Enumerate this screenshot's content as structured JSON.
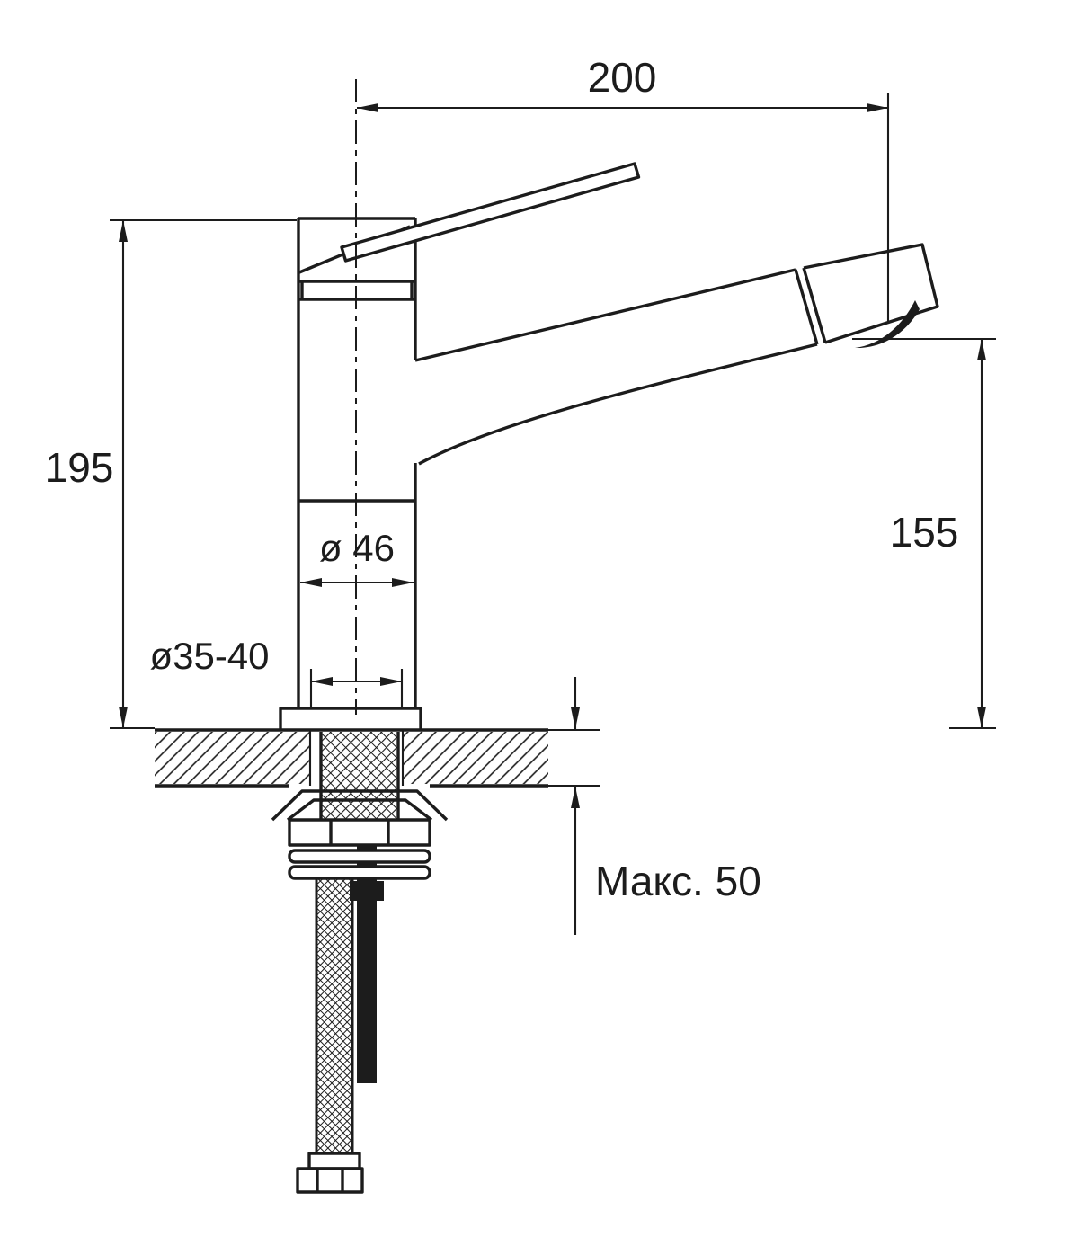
{
  "drawing": {
    "background": "#ffffff",
    "line_color": "#1c1c1c"
  },
  "dimensions": {
    "spout_reach": "200",
    "overall_height": "195",
    "outlet_height": "155",
    "body_diameter": "ø 46",
    "mounting_hole_diameter": "ø35-40",
    "max_deck_thickness": "Макс. 50"
  }
}
